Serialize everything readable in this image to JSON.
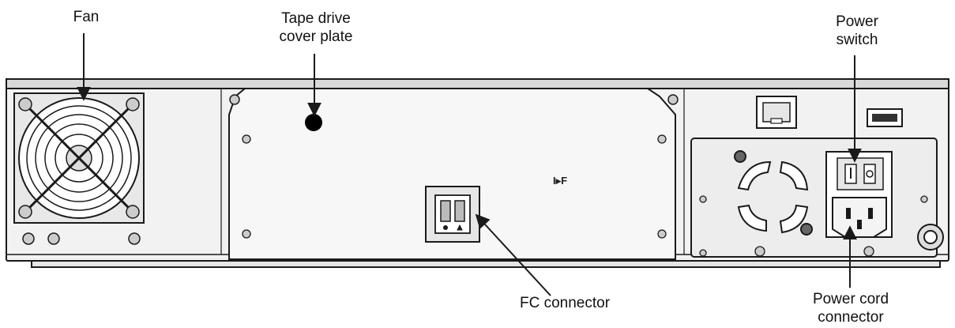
{
  "labels": {
    "fan": "Fan",
    "tape_cover": [
      "Tape drive",
      "cover plate"
    ],
    "power_switch": [
      "Power",
      "switch"
    ],
    "fc_connector": "FC connector",
    "power_cord": [
      "Power cord",
      "connector"
    ]
  },
  "panel_marking": "I▸F",
  "colors": {
    "line": "#1a1a1a",
    "chassis": "#f2f2f2",
    "chassis_dark": "#d9d9d9",
    "plate": "#f7f7f7",
    "background": "#ffffff"
  }
}
